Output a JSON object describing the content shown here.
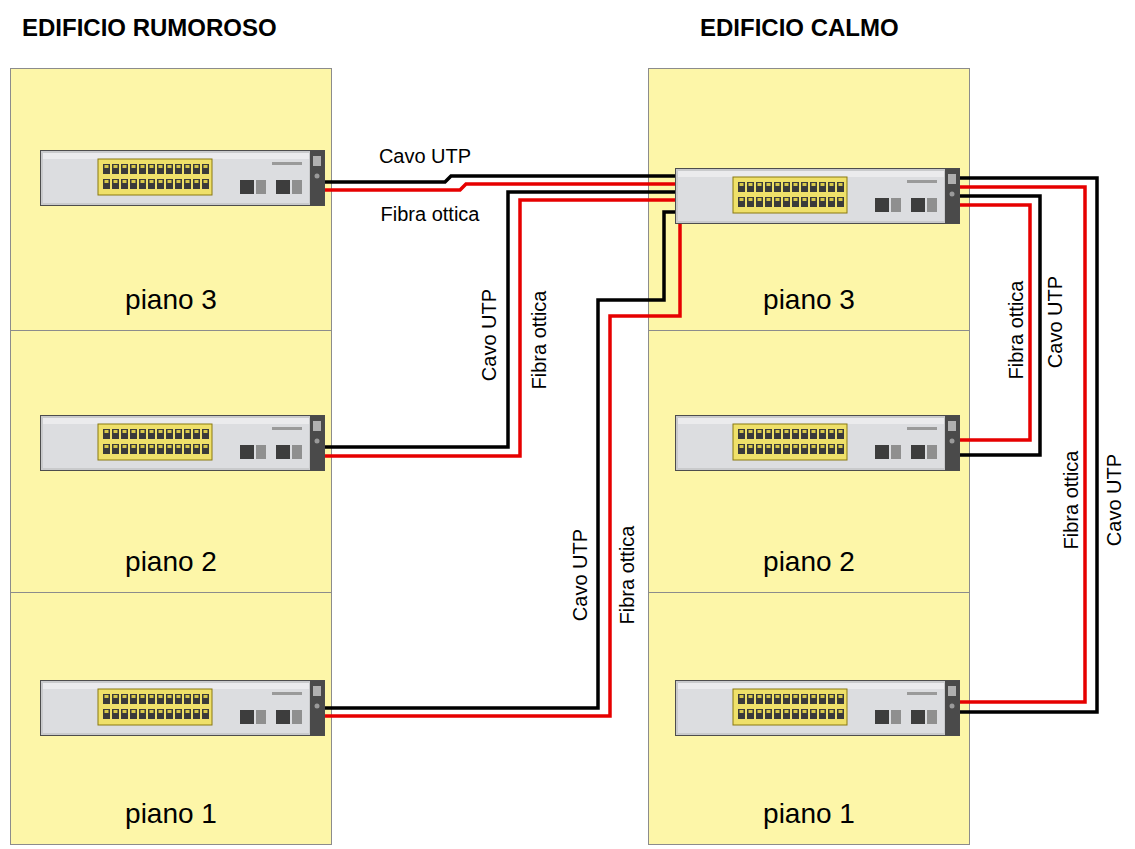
{
  "diagram": {
    "nodes": [
      {
        "text": [
          "EDIFICIO RUMOROSO"
        ]
      },
      {
        "text": [
          "piano 3"
        ],
        "in": 0
      },
      {
        "text": [
          "piano 2"
        ],
        "in": 0
      },
      {
        "text": [
          "piano 1"
        ],
        "in": 0
      },
      {
        "text": [
          "EDIFICIO CALMO"
        ]
      },
      {
        "text": [
          "piano 3"
        ],
        "in": 4
      },
      {
        "text": [
          "piano 2"
        ],
        "in": 4
      },
      {
        "text": [
          "piano 1"
        ],
        "in": 4
      }
    ],
    "edges": [
      {
        "from": 1,
        "to": 5,
        "arrow": "none",
        "label": "Cavo UTP"
      },
      {
        "from": 1,
        "to": 5,
        "arrow": "none",
        "label": "Fibra ottica"
      },
      {
        "from": 2,
        "to": 5,
        "arrow": "none",
        "label": "Cavo UTP"
      },
      {
        "from": 2,
        "to": 5,
        "arrow": "none",
        "label": "Fibra ottica"
      },
      {
        "from": 3,
        "to": 5,
        "arrow": "none",
        "label": "Cavo UTP"
      },
      {
        "from": 3,
        "to": 5,
        "arrow": "none",
        "label": "Fibra ottica"
      },
      {
        "from": 6,
        "to": 5,
        "arrow": "none",
        "label": "Cavo UTP"
      },
      {
        "from": 6,
        "to": 5,
        "arrow": "none",
        "label": "Fibra ottica"
      },
      {
        "from": 7,
        "to": 5,
        "arrow": "none",
        "label": "Cavo UTP"
      },
      {
        "from": 7,
        "to": 5,
        "arrow": "none",
        "label": "Fibra ottica"
      }
    ]
  }
}
